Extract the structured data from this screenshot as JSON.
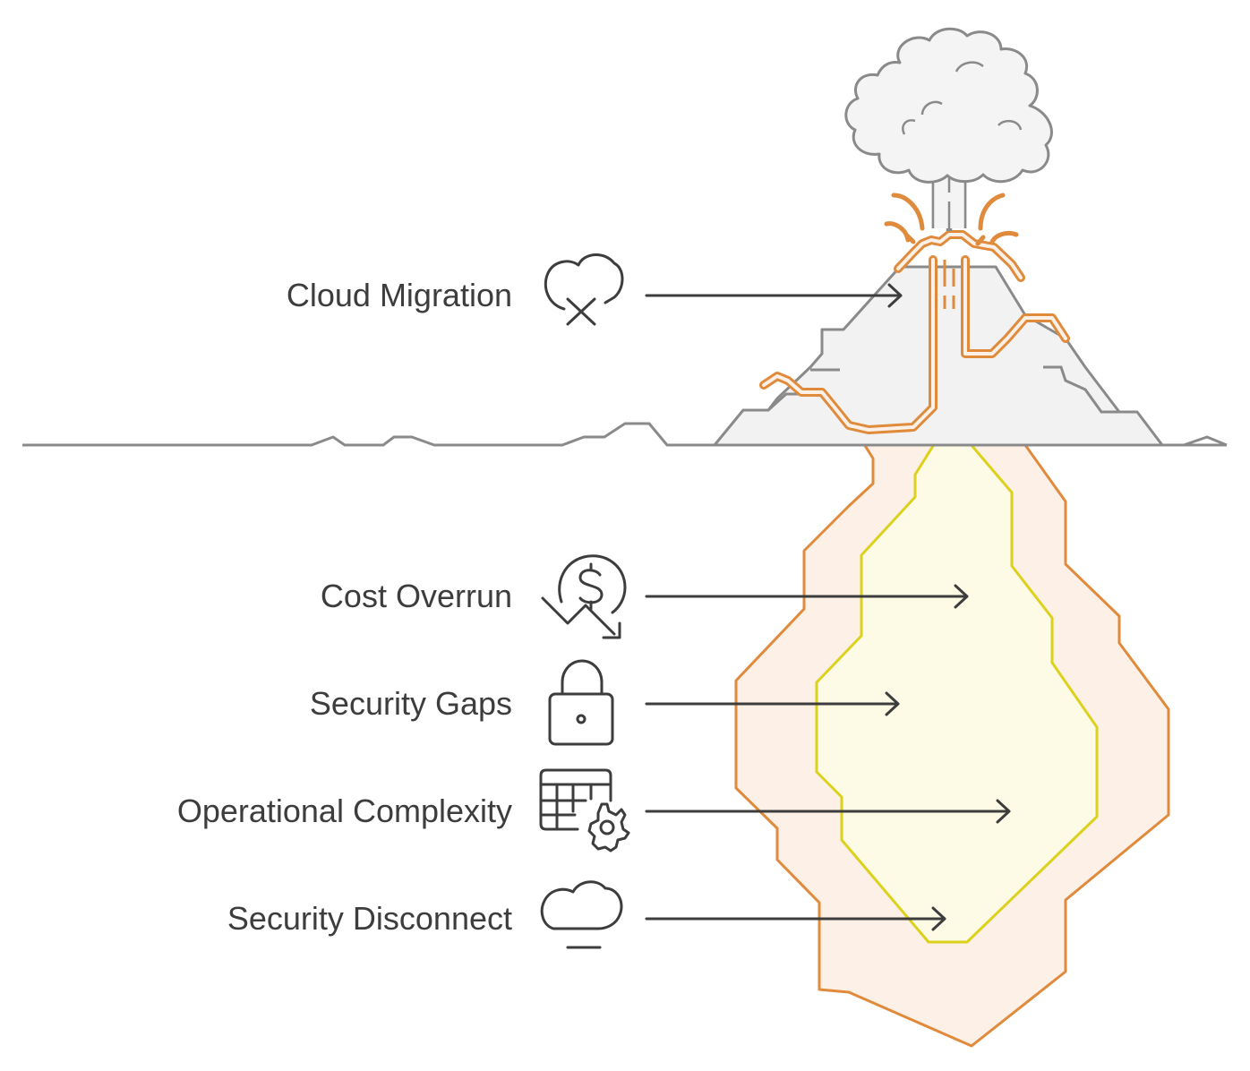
{
  "labels": {
    "cloud_migration": "Cloud Migration",
    "cost_overrun": "Cost Overrun",
    "security_gaps": "Security Gaps",
    "operational_complexity": "Operational Complexity",
    "security_disconnect": "Security Disconnect"
  },
  "icons": {
    "cloud_migration": "cloud-x-icon",
    "cost_overrun": "dollar-down-trend-icon",
    "security_gaps": "padlock-icon",
    "operational_complexity": "table-gear-icon",
    "security_disconnect": "cloud-underline-icon"
  },
  "colors": {
    "line_gray": "#8a8a8a",
    "mountain_fill": "#f2f2f2",
    "smoke_fill": "#f4f4f4",
    "lava_stroke": "#e08a3c",
    "magma_outer_fill": "#fdf0e6",
    "magma_inner_stroke": "#dcd11c",
    "magma_inner_fill": "#fdfbe6",
    "text": "#3d3d3d",
    "arrow": "#3d3d3d"
  }
}
